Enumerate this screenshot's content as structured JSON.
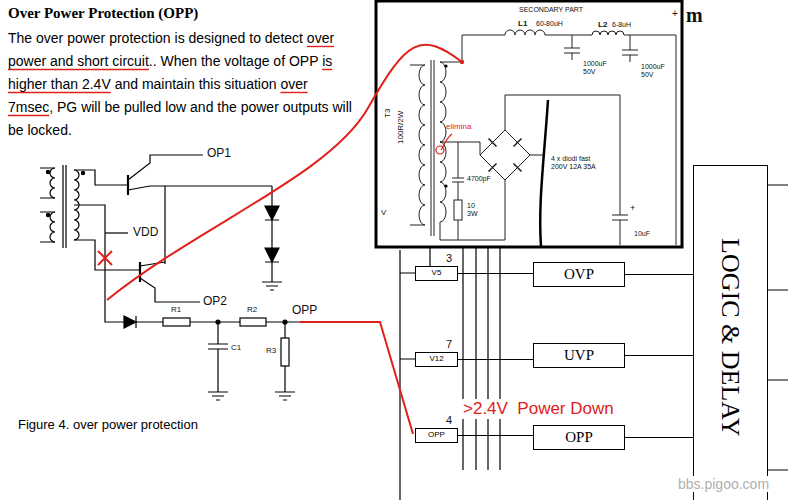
{
  "diagram": {
    "title": "Over Power Protection (OPP)",
    "caption": "Figure 4. over power protection",
    "nodes": [
      {
        "text": [
          "V5"
        ]
      },
      {
        "text": [
          "OVP"
        ]
      },
      {
        "text": [
          "V12"
        ]
      },
      {
        "text": [
          "UVP"
        ]
      },
      {
        "text": [
          "OPP"
        ]
      },
      {
        "text": [
          "OPP"
        ]
      },
      {
        "text": [
          "LOGIC & DELAY"
        ]
      }
    ],
    "edges": [
      {
        "from": 0,
        "to": 1,
        "arrow": "none"
      },
      {
        "from": 2,
        "to": 3,
        "arrow": "none"
      },
      {
        "from": 4,
        "to": 5,
        "arrow": "none"
      },
      {
        "from": 1,
        "to": 6,
        "arrow": "none"
      },
      {
        "from": 3,
        "to": 6,
        "arrow": "none"
      },
      {
        "from": 5,
        "to": 6,
        "arrow": "none"
      }
    ],
    "labels": [
      "The over power protection is designed to detect over power and short circuit.. When the voltage of OPP is higher than 2.4V and maintain this situation over 7msec, PG will be pulled low and the power outputs will be locked.",
      "m",
      "OP1",
      "VDD",
      "OP2",
      "R1",
      "R2",
      "C1",
      "R3",
      "OPP",
      "SECONDARY PART",
      "L1",
      "60-80uH",
      "L2",
      "6-8uH",
      "+",
      "1000uF 50V",
      "1000uF 50V",
      "T3",
      "100R/2W",
      "elimina",
      "4 x diodi fast 200V 12A 35A",
      "4700pF",
      "10 3W",
      "V",
      "+",
      "10uF",
      "3",
      "7",
      "4",
      ">2.4V  Power Down",
      "bbs.pigoo.com"
    ]
  }
}
